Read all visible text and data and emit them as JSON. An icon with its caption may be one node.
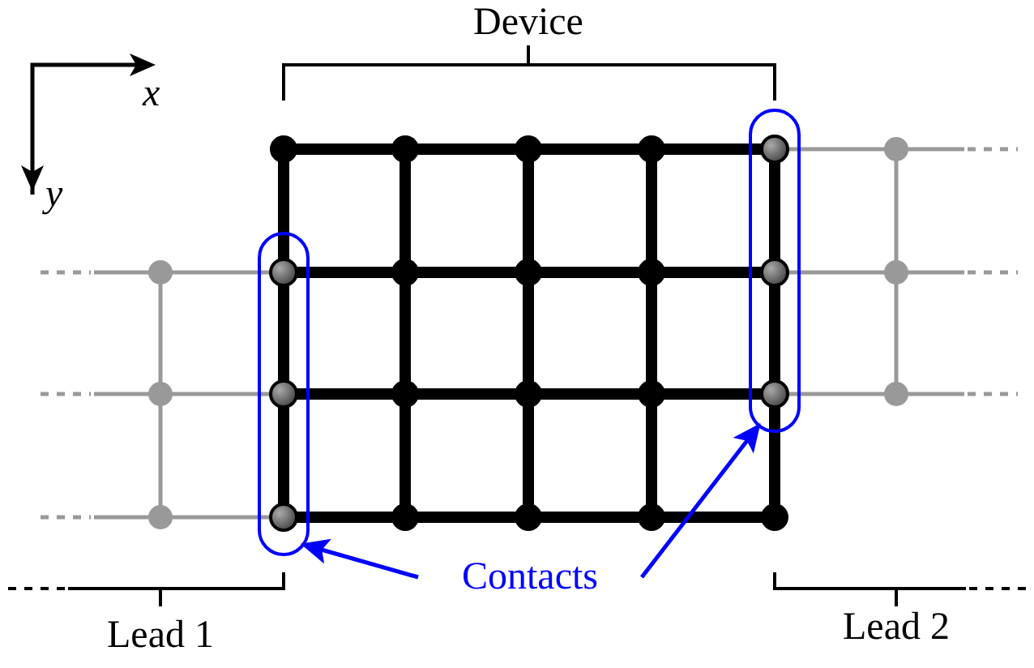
{
  "diagram": {
    "nodes": [
      {
        "text": [],
        "shape": "box"
      },
      {
        "text": [],
        "shape": "box"
      },
      {
        "text": [
          "Contacts"
        ]
      }
    ],
    "edges": [
      {
        "from": 2,
        "to": 0,
        "arrow": "to"
      },
      {
        "from": 2,
        "to": 1,
        "arrow": "to"
      }
    ],
    "labels": [
      "Device",
      "x",
      "y",
      "Lead 1",
      "Lead 2"
    ]
  }
}
